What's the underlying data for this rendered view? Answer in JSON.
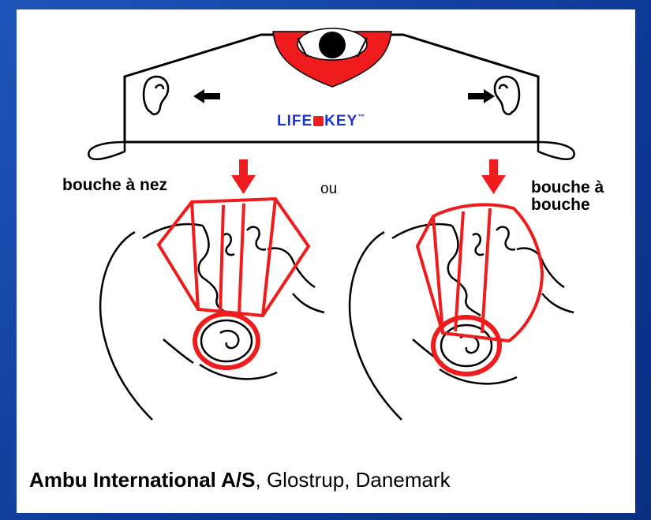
{
  "device": {
    "brand_prefix": "LIFE",
    "brand_suffix": "KEY",
    "trademark": "™"
  },
  "labels": {
    "left_method": "bouche à nez",
    "separator": "ou",
    "right_method_line1": "bouche à",
    "right_method_line2": "bouche"
  },
  "credit": {
    "company": "Ambu International A/S",
    "location": ", Glostrup, Danemark"
  },
  "colors": {
    "accent_red": "#ee1c1c",
    "background_blue": "#0d3a97",
    "logo_blue": "#1d33c8"
  },
  "icons": [
    "ear-icon-left",
    "ear-icon-right",
    "arrow-left-icon",
    "arrow-right-icon",
    "arrow-down-icon"
  ]
}
